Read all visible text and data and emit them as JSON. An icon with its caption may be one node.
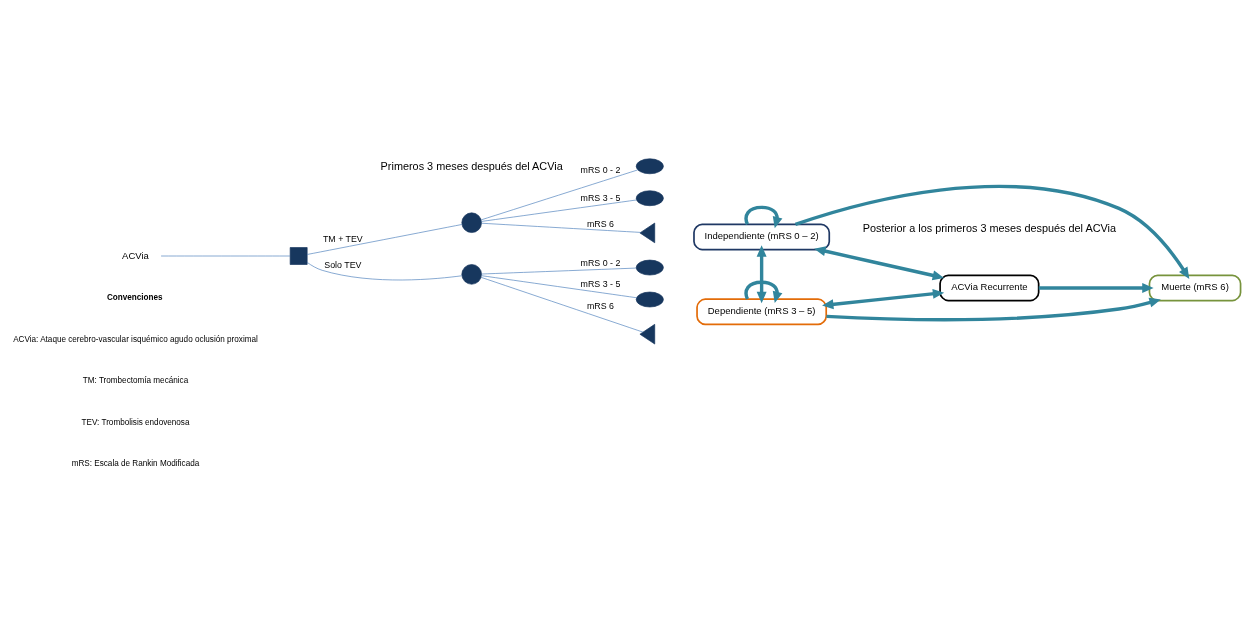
{
  "diagram": {
    "nodes": [
      {
        "text": [
          "ACVia"
        ]
      },
      {
        "text": [],
        "shape": "box"
      },
      {
        "text": [],
        "shape": "circle"
      },
      {
        "text": [],
        "shape": "ellipse"
      },
      {
        "text": [],
        "shape": "ellipse"
      },
      {
        "text": [],
        "shape": "triangle"
      },
      {
        "text": [],
        "shape": "circle"
      },
      {
        "text": [],
        "shape": "ellipse"
      },
      {
        "text": [],
        "shape": "ellipse"
      },
      {
        "text": [],
        "shape": "triangle"
      },
      {
        "text": [
          "Independiente (mRS 0 – 2)"
        ]
      },
      {
        "text": [
          "ACVia Recurrente"
        ]
      },
      {
        "text": [
          "Muerte (mRS 6)"
        ]
      },
      {
        "text": [
          "Dependiente (mRS 3 – 5)"
        ]
      }
    ],
    "edges": [
      {
        "from": 0,
        "to": 1,
        "arrow": "none"
      },
      {
        "from": 1,
        "to": 2,
        "arrow": "none",
        "label": "TM + TEV"
      },
      {
        "from": 1,
        "to": 6,
        "arrow": "none",
        "label": "Solo TEV"
      },
      {
        "from": 2,
        "to": 3,
        "arrow": "none",
        "label": "mRS 0 - 2"
      },
      {
        "from": 2,
        "to": 4,
        "arrow": "none",
        "label": "mRS 3 - 5"
      },
      {
        "from": 2,
        "to": 5,
        "arrow": "none",
        "label": "mRS 6"
      },
      {
        "from": 6,
        "to": 7,
        "arrow": "none",
        "label": "mRS 0 - 2"
      },
      {
        "from": 6,
        "to": 8,
        "arrow": "none",
        "label": "mRS 3 - 5"
      },
      {
        "from": 6,
        "to": 9,
        "arrow": "none",
        "label": "mRS 6"
      },
      {
        "from": 10,
        "to": 10,
        "arrow": "to",
        "style": "thick",
        "color": "#31859c"
      },
      {
        "from": 10,
        "to": 12,
        "arrow": "to",
        "style": "thick",
        "color": "#31859c"
      },
      {
        "from": 10,
        "to": 11,
        "arrow": "both",
        "style": "thick",
        "color": "#31859c"
      },
      {
        "from": 10,
        "to": 13,
        "arrow": "both",
        "style": "thick",
        "color": "#31859c"
      },
      {
        "from": 11,
        "to": 12,
        "arrow": "to",
        "style": "thick",
        "color": "#31859c"
      },
      {
        "from": 13,
        "to": 11,
        "arrow": "both",
        "style": "thick",
        "color": "#31859c"
      },
      {
        "from": 13,
        "to": 12,
        "arrow": "to",
        "style": "thick",
        "color": "#31859c"
      },
      {
        "from": 13,
        "to": 13,
        "arrow": "to",
        "style": "thick",
        "color": "#31859c"
      }
    ],
    "labels": [
      "Primeros 3 meses después del ACVia",
      "Posterior a los primeros 3 meses después del ACVia",
      "Convenciones",
      "ACVia: Ataque cerebro-vascular isquémico agudo oclusión proximal",
      "TM: Trombectomía mecánica",
      "TEV: Trombolisis endovenosa",
      "mRS: Escala de Rankin Modificada"
    ]
  }
}
